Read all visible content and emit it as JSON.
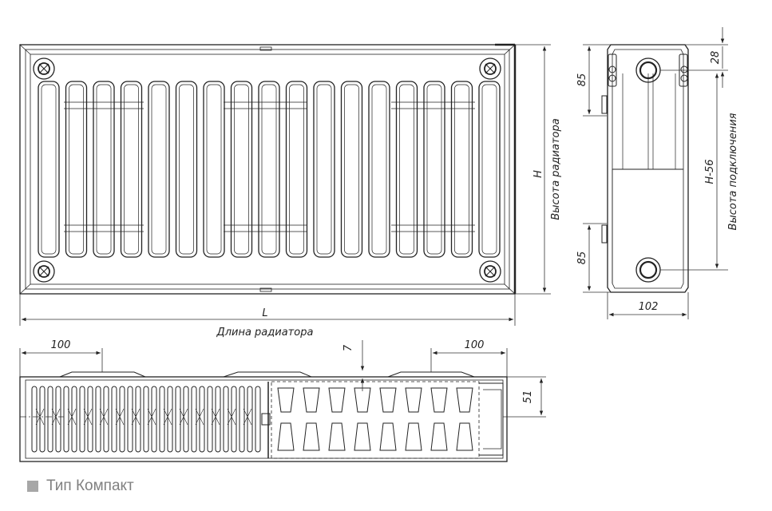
{
  "labels": {
    "height_symbol": "H",
    "height_caption": "Высота радиатора",
    "length_symbol": "L",
    "length_caption": "Длина радиатора",
    "connection_height": "H-56",
    "connection_caption": "Высота подключения",
    "dim_28": "28",
    "dim_85_top": "85",
    "dim_85_bottom": "85",
    "dim_102": "102",
    "dim_100_left": "100",
    "dim_100_right": "100",
    "dim_7": "7",
    "dim_51": "51"
  },
  "legend": {
    "text": "Тип Компакт",
    "swatch_color": "#a7a7a7"
  }
}
